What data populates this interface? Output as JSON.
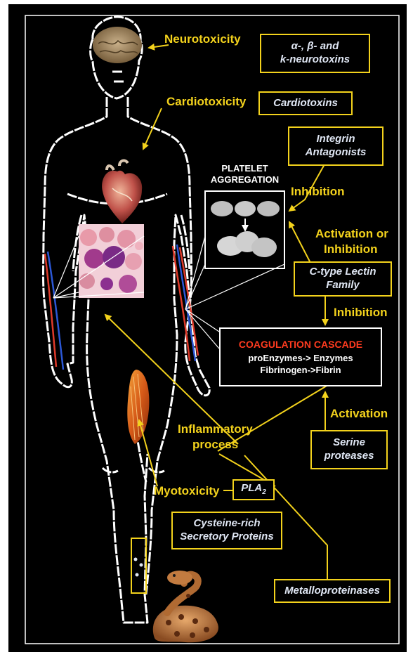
{
  "labels": {
    "neurotoxicity": "Neurotoxicity",
    "cardiotoxicity": "Cardiotoxicity",
    "inhibition_1": "Inhibition",
    "activation_or": "Activation or",
    "inhibition_2": "Inhibition",
    "inhibition_3": "Inhibition",
    "activation": "Activation",
    "inflammatory_1": "Inflammatory",
    "inflammatory_2": "process",
    "myotoxicity": "Myotoxicity"
  },
  "boxes": {
    "neurotoxins_line1": "α-, β- and",
    "neurotoxins_line2": "k-neurotoxins",
    "cardiotoxins": "Cardiotoxins",
    "integrin_line1": "Integrin",
    "integrin_line2": "Antagonists",
    "lectin_line1": "C-type Lectin",
    "lectin_line2": "Family",
    "serine_line1": "Serine",
    "serine_line2": "proteases",
    "pla2_main": "PLA",
    "pla2_sub": "2",
    "cysteine_line1": "Cysteine-rich",
    "cysteine_line2": "Secretory Proteins",
    "metallo": "Metalloproteinases"
  },
  "platelet": {
    "title_line1": "PLATELET",
    "title_line2": "AGGREGATION"
  },
  "coagulation": {
    "title": "COAGULATION CASCADE",
    "line1": "proEnzymes-> Enzymes",
    "line2": "Fibrinogen->Fibrin"
  },
  "colors": {
    "arrow": "#f3d21c",
    "coagulation_title": "#ff3b1f",
    "body_outline": "#ffffff",
    "background": "#000000"
  }
}
